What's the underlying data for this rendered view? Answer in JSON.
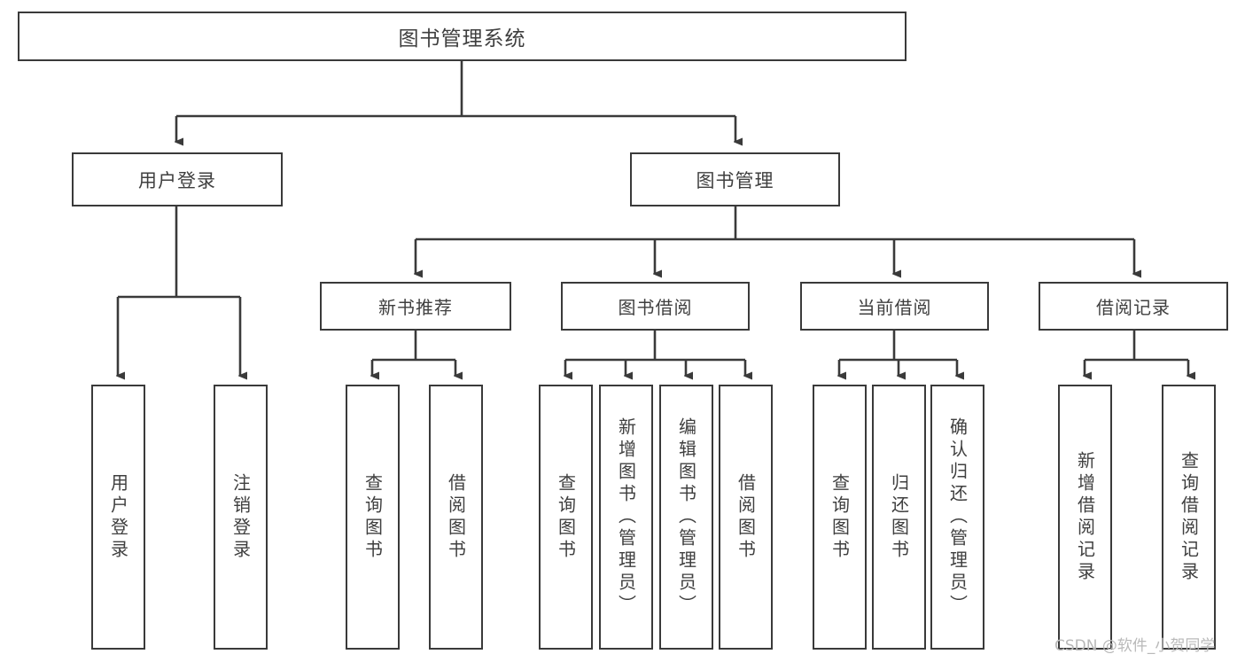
{
  "diagram": {
    "title": "图书管理系统",
    "type": "function-structure-tree",
    "root": {
      "label": "图书管理系统"
    },
    "level1": [
      {
        "label": "用户登录"
      },
      {
        "label": "图书管理"
      }
    ],
    "level2": [
      {
        "label": "新书推荐",
        "parent": "图书管理"
      },
      {
        "label": "图书借阅",
        "parent": "图书管理"
      },
      {
        "label": "当前借阅",
        "parent": "图书管理"
      },
      {
        "label": "借阅记录",
        "parent": "图书管理"
      }
    ],
    "leaves": {
      "user_login": [
        {
          "label": "用户登录"
        },
        {
          "label": "注销登录"
        }
      ],
      "new_book_recommend": [
        {
          "label": "查询图书"
        },
        {
          "label": "借阅图书"
        }
      ],
      "book_borrow": [
        {
          "label": "查询图书"
        },
        {
          "label": "新增图书（管理员）"
        },
        {
          "label": "编辑图书（管理员）"
        },
        {
          "label": "借阅图书"
        }
      ],
      "current_borrow": [
        {
          "label": "查询图书"
        },
        {
          "label": "归还图书"
        },
        {
          "label": "确认归还（管理员）"
        }
      ],
      "borrow_record": [
        {
          "label": "新增借阅记录"
        },
        {
          "label": "查询借阅记录"
        }
      ]
    },
    "watermark": "CSDN @软件_小贺同学",
    "colors": {
      "stroke": "#3a3a3a",
      "text": "#3f3f3f",
      "background": "#ffffff",
      "watermark": "#b9b9b9"
    }
  }
}
